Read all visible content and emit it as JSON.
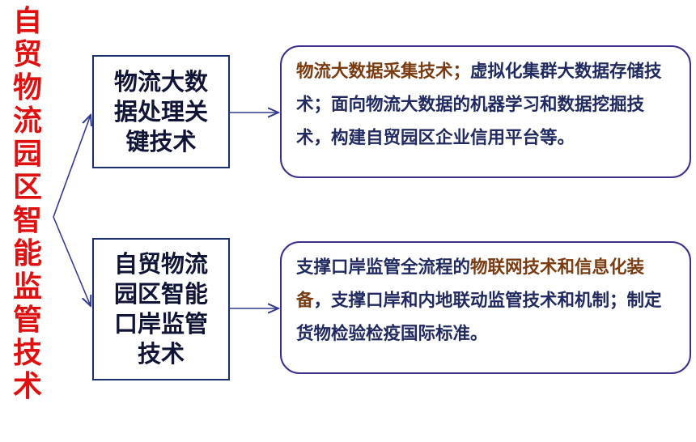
{
  "title_chars": [
    "自",
    "贸",
    "物",
    "流",
    "园",
    "区",
    "智",
    "能",
    "监",
    "管",
    "技",
    "术"
  ],
  "left_boxes": [
    {
      "lines": [
        "物流大数",
        "据处理关",
        "键技术"
      ]
    },
    {
      "lines": [
        "自贸物流",
        "园区智能",
        "口岸监管",
        "技术"
      ]
    }
  ],
  "right_boxes": [
    {
      "part1": "物流大数据采集技术；",
      "part2": "虚拟化集群大数据存储技术；面向物流大数据的机器学习和数据挖掘技术，构建自贸园区企业信用平台等。"
    },
    {
      "part1": "支撑口岸监管全流程的",
      "part2": "物联网技术和信息化装备",
      "part3": "，支撑口岸和内地联动监管技术和机制；制定货物检验检疫国际标准。"
    }
  ],
  "colors": {
    "title": "#e01010",
    "box_border": "#1a2f6e",
    "rounded_border": "#3a2f8c",
    "brown_text": "#7b3b10",
    "navy_text": "#202a60"
  }
}
